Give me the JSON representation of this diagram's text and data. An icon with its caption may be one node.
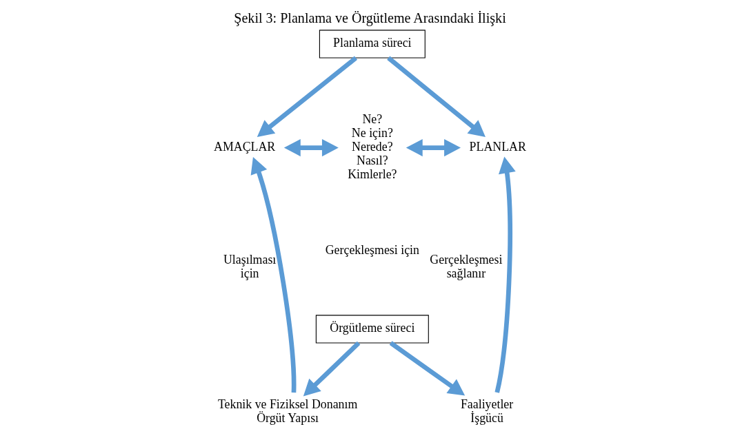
{
  "diagram": {
    "title": "Şekil 3: Planlama ve Örgütleme Arasındaki İlişki",
    "nodes": [
      {
        "text": [
          "Planlama süreci"
        ]
      },
      {
        "text": [
          "AMAÇLAR"
        ]
      },
      {
        "text": [
          "PLANLAR"
        ]
      },
      {
        "text": [
          "Ne?",
          "Ne için?",
          "Nerede?",
          "Nasıl?",
          "Kimlerle?"
        ]
      },
      {
        "text": [
          "Örgütleme süreci"
        ]
      },
      {
        "text": [
          "Teknik ve Fiziksel Donanım",
          "Örgüt Yapısı"
        ]
      },
      {
        "text": [
          "Faaliyetler",
          "İşgücü"
        ]
      }
    ],
    "edges": [
      {
        "from": 0,
        "to": 1,
        "arrow": "to"
      },
      {
        "from": 0,
        "to": 2,
        "arrow": "to"
      },
      {
        "from": 1,
        "to": 3,
        "arrow": "both"
      },
      {
        "from": 3,
        "to": 2,
        "arrow": "both"
      },
      {
        "from": 4,
        "to": 5,
        "arrow": "to"
      },
      {
        "from": 4,
        "to": 6,
        "arrow": "to"
      },
      {
        "from": 5,
        "to": 1,
        "arrow": "to",
        "label": "Ulaşılması için"
      },
      {
        "from": 6,
        "to": 2,
        "arrow": "to",
        "label": "Gerçekleşmesi sağlanır"
      }
    ],
    "labels": [
      "Gerçekleşmesi için"
    ]
  }
}
